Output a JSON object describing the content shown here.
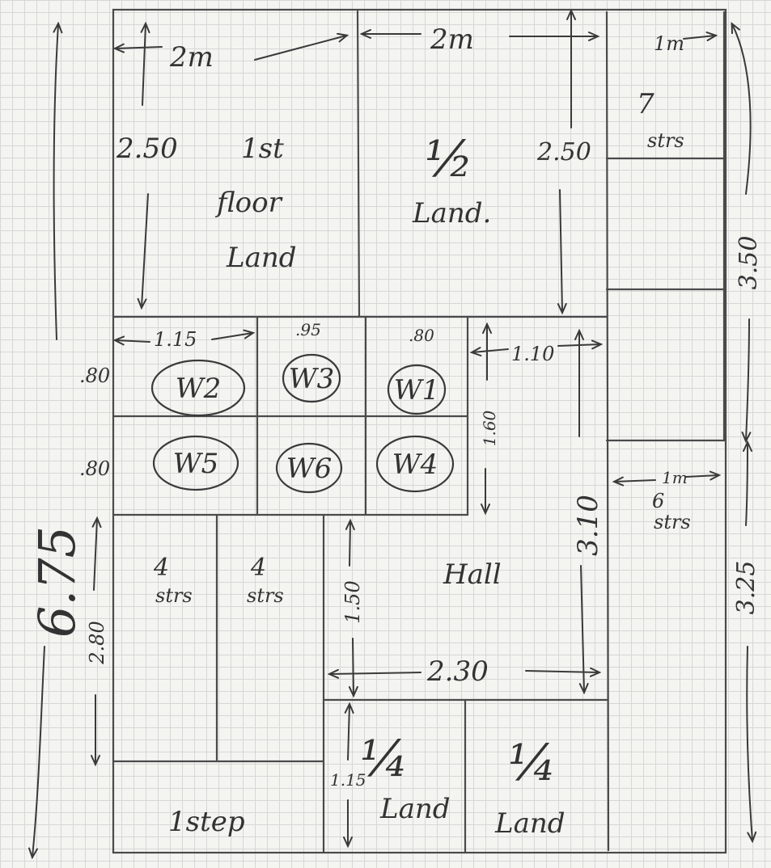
{
  "colors": {
    "paper": "#f4f4f1",
    "grid": "#d7d7d7",
    "pencil": "#3a3a3a"
  },
  "overall": {
    "height": "6.75",
    "right_upper": "3.50",
    "right_lower": "3.25"
  },
  "dims": {
    "top_width_1": "2m",
    "top_width_2": "2m",
    "top_width_3": "1m",
    "height_left_top": "2.50",
    "height_mid_top": "2.50",
    "w_row_width_1": "1.15",
    "w_row_width_2": ".95",
    "w_row_width_3": ".80",
    "row_height_1": ".80",
    "row_height_2": ".80",
    "hall_top_width": "1.10",
    "hall_side_height": "1.60",
    "hall_height": "3.10",
    "hall_left_height": "1.50",
    "hall_width": "2.30",
    "right_small_width": "1m",
    "left_bottom_height": "2.80",
    "quarter_land_height": "1.15"
  },
  "rooms": {
    "first_floor_line1": "1st",
    "first_floor_line2": "floor",
    "first_floor_line3": "Land",
    "half_land_fraction": "½",
    "half_land_word": "Land.",
    "stairs_7_num": "7",
    "stairs_7_word": "strs",
    "w2": "W2",
    "w3": "W3",
    "w1": "W1",
    "w5": "W5",
    "w6": "W6",
    "w4": "W4",
    "stairs_4a_num": "4",
    "stairs_4a_word": "strs",
    "stairs_4b_num": "4",
    "stairs_4b_word": "strs",
    "hall": "Hall",
    "stairs_6_num": "6",
    "stairs_6_word": "strs",
    "one_step": "1step",
    "quarter_land_1_fraction": "¼",
    "quarter_land_1_word": "Land",
    "quarter_land_2_fraction": "¼",
    "quarter_land_2_word": "Land"
  }
}
